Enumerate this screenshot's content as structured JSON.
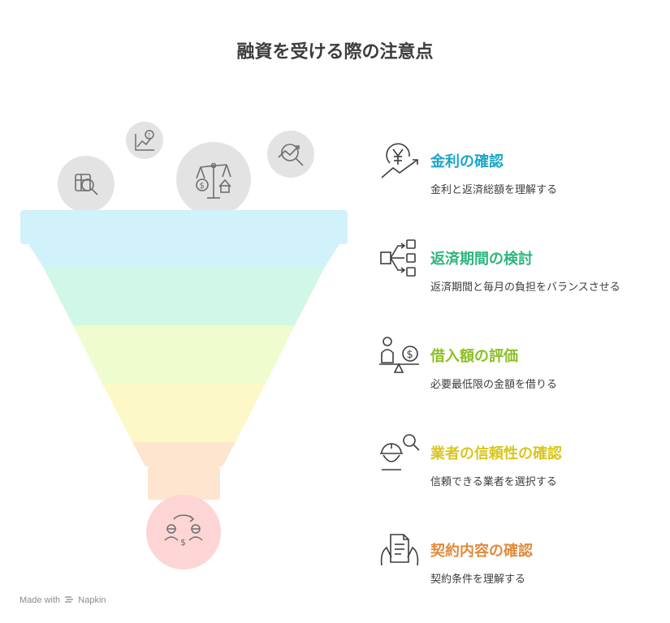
{
  "title": "融資を受ける際の注意点",
  "colors": {
    "tier1": "#d1f1fb",
    "tier2": "#d1f8e6",
    "tier3": "#eefccf",
    "tier4": "#fdf8c8",
    "tier5": "#fde5cf",
    "base": "#fdd5d5",
    "bubble": "#e3e3e3",
    "icon_stroke": "#6e6e6e"
  },
  "bubble_icons": [
    "buildings-search-icon",
    "chart-question-icon",
    "scale-house-money-icon",
    "trend-magnifier-icon"
  ],
  "base_icon": "people-money-cycle-icon",
  "steps": [
    {
      "title": "金利の確認",
      "desc": "金利と返済総額を理解する",
      "color": "#1aa6c7",
      "icon": "yen-growth-icon"
    },
    {
      "title": "返済期間の検討",
      "desc": "返済期間と毎月の負担をバランスさせる",
      "color": "#2cb67d",
      "icon": "split-options-icon"
    },
    {
      "title": "借入額の評価",
      "desc": "必要最低限の金額を借りる",
      "color": "#8cbf26",
      "icon": "person-money-balance-icon"
    },
    {
      "title": "業者の信頼性の確認",
      "desc": "信頼できる業者を選択する",
      "color": "#d9c61e",
      "icon": "worker-search-icon"
    },
    {
      "title": "契約内容の確認",
      "desc": "契約条件を理解する",
      "color": "#e08a3c",
      "icon": "contract-hands-icon"
    }
  ],
  "footer": {
    "made_with": "Made with",
    "brand": "Napkin"
  }
}
